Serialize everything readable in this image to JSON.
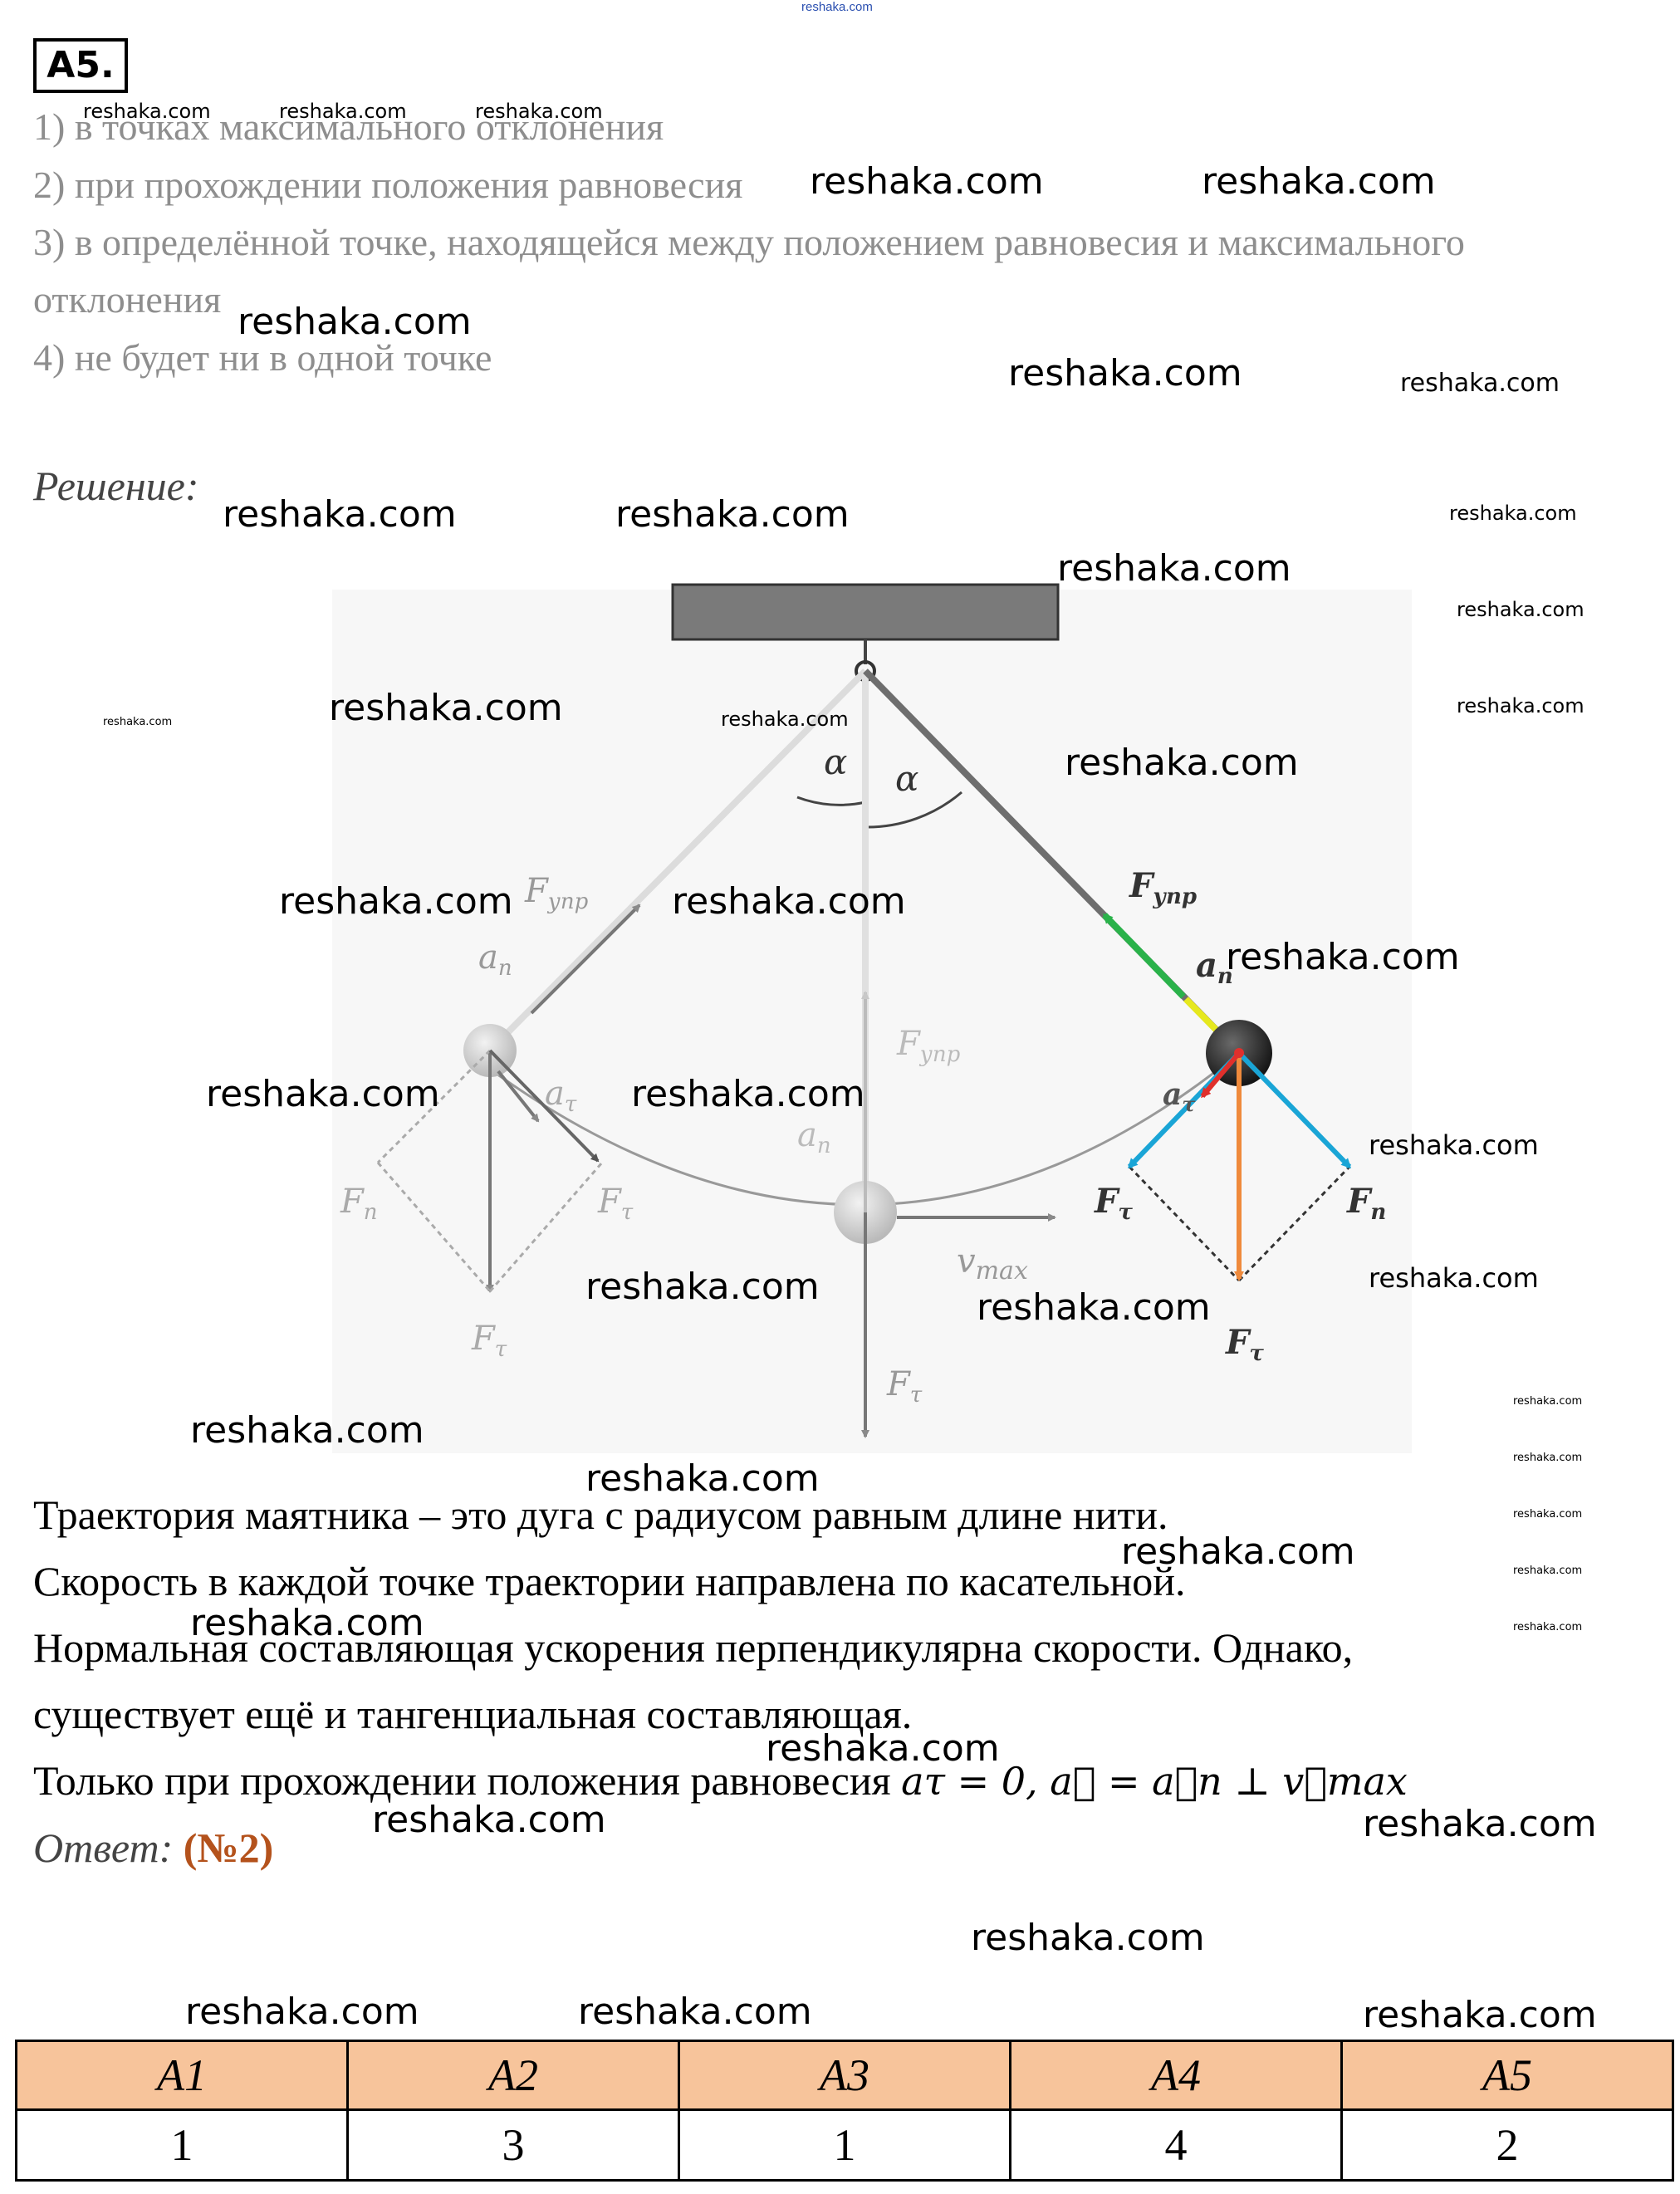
{
  "site_link": "reshaka.com",
  "question_number": "A5.",
  "options": [
    "1) в точках максимального отклонения",
    "2) при прохождении положения равновесия",
    "3) в определённой точке, находящейся между положением равновесия и максимального",
    "отклонения",
    "4) не будет ни в одной точке"
  ],
  "solution_heading": "Решение:",
  "diagram": {
    "alpha_left": "α",
    "alpha_right": "α",
    "f_upr": "F",
    "f_upr_sub": "упр",
    "a_n": "a",
    "a_n_sub": "n",
    "a_tau": "a",
    "a_tau_sub": "τ",
    "f_n": "F",
    "f_n_sub": "n",
    "f_tau": "F",
    "f_tau_sub": "τ",
    "v_max": "v",
    "v_max_sub": "max"
  },
  "explanation": [
    "Траектория маятника – это дуга с радиусом равным длине нити.",
    "Скорость в каждой точке траектории направлена по касательной.",
    "Нормальная составляющая ускорения перпендикулярна скорости. Однако,",
    "существует ещё и тангенциальная составляющая.",
    "Только при прохождении положения равновесия"
  ],
  "formula": "aτ = 0, a⃗ = a⃗n ⊥ v⃗max",
  "answer_label": "Ответ:",
  "answer_value": "(№2)",
  "table": {
    "headers": [
      "A1",
      "A2",
      "A3",
      "A4",
      "A5"
    ],
    "values": [
      "1",
      "3",
      "1",
      "4",
      "2"
    ]
  },
  "watermark": "reshaka.com",
  "colors": {
    "answer": "#b4521c",
    "table_header_bg": "#f7c49b",
    "option_text": "#8e8e8e"
  }
}
